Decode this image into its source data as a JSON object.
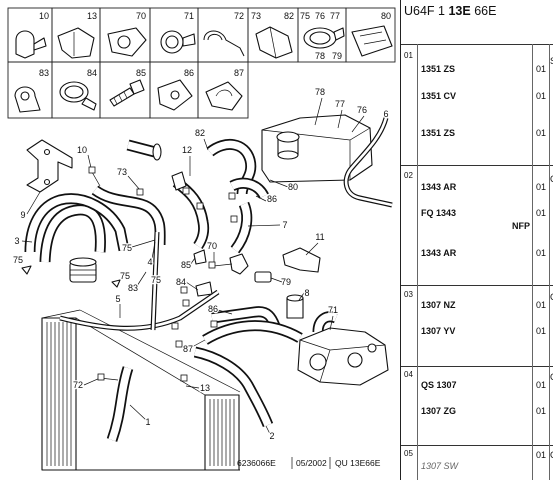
{
  "header": {
    "code_prefix": "U64F 1",
    "code_bold": "13E",
    "code_suffix": "66E"
  },
  "diagram": {
    "icon_labels": [
      "10",
      "13",
      "70",
      "71",
      "72",
      "73",
      "82",
      "75",
      "76",
      "77",
      "80",
      "78",
      "79",
      "83",
      "84",
      "85",
      "86",
      "87"
    ],
    "callouts": [
      "78",
      "77",
      "76",
      "6",
      "82",
      "10",
      "12",
      "73",
      "80",
      "86",
      "9",
      "7",
      "3",
      "11",
      "75",
      "70",
      "75",
      "4",
      "75",
      "85",
      "75",
      "84",
      "83",
      "79",
      "8",
      "5",
      "86",
      "71",
      "87",
      "72",
      "13",
      "1",
      "2"
    ],
    "caption": {
      "figure_number": "6236066E",
      "date": "05/2002",
      "reference": "QU 13E66E"
    }
  },
  "table": {
    "sections": [
      {
        "number": "01",
        "edge": "S",
        "rows": [
          {
            "ref": "1351 ZS",
            "qty": "01"
          },
          {
            "ref": "1351 CV",
            "qty": "01"
          },
          {
            "ref": "1351 ZS",
            "qty": "01"
          }
        ]
      },
      {
        "number": "02",
        "edge": "C",
        "rows": [
          {
            "ref": "1343 AR",
            "qty": "01"
          },
          {
            "ref": "FQ 1343",
            "qty": "01",
            "note": "NFP"
          },
          {
            "ref": "1343 AR",
            "qty": "01"
          }
        ]
      },
      {
        "number": "03",
        "edge": "C",
        "rows": [
          {
            "ref": "1307 NZ",
            "qty": "01"
          },
          {
            "ref": "1307 YV",
            "qty": "01"
          }
        ]
      },
      {
        "number": "04",
        "edge": "C",
        "rows": [
          {
            "ref": "QS 1307",
            "qty": "01"
          },
          {
            "ref": "1307 ZG",
            "qty": "01"
          }
        ]
      },
      {
        "number": "05",
        "edge": "C",
        "rows": [
          {
            "ref": "1307 SW",
            "qty": "01"
          }
        ]
      }
    ]
  }
}
